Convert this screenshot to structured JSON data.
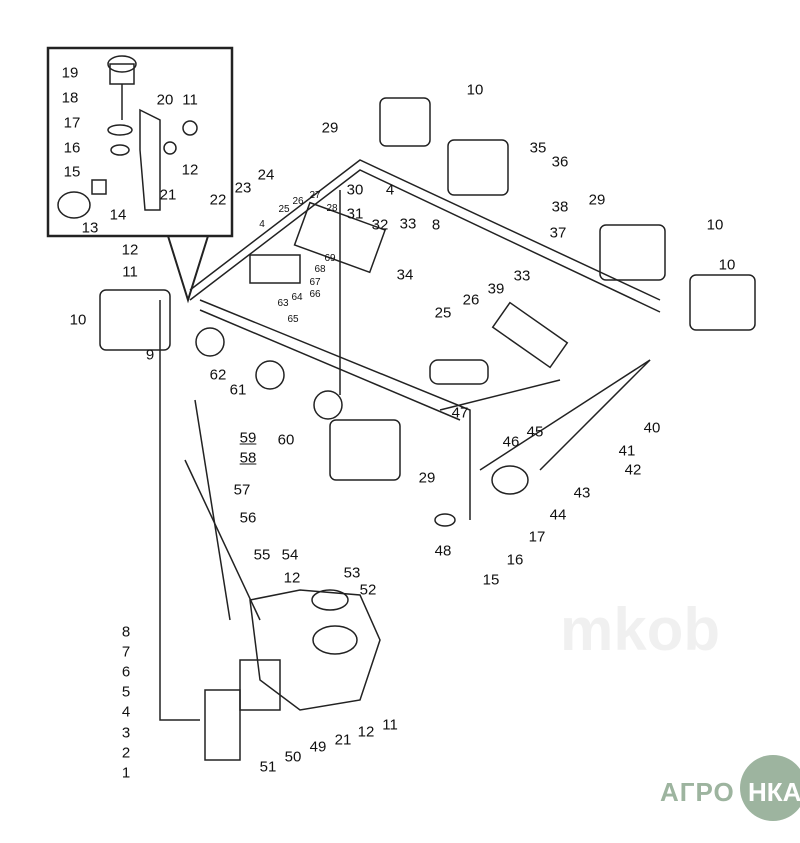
{
  "diagram": {
    "watermark": "mkob",
    "logo_left": "АГРО",
    "logo_right": "НКА",
    "labels": [
      "19",
      "18",
      "20",
      "11",
      "17",
      "16",
      "15",
      "12",
      "21",
      "14",
      "13",
      "22",
      "23",
      "24",
      "30",
      "4",
      "25",
      "26",
      "27",
      "28",
      "31",
      "32",
      "33",
      "34",
      "69",
      "68",
      "67",
      "63",
      "64",
      "66",
      "65",
      "10",
      "29",
      "35",
      "36",
      "8",
      "38",
      "37",
      "29",
      "10",
      "12",
      "11",
      "10",
      "9",
      "62",
      "61",
      "60",
      "33",
      "39",
      "26",
      "25",
      "47",
      "45",
      "40",
      "41",
      "46",
      "42",
      "43",
      "44",
      "17",
      "16",
      "15",
      "48",
      "29",
      "59",
      "58",
      "57",
      "56",
      "55",
      "54",
      "53",
      "52",
      "12",
      "8",
      "7",
      "6",
      "5",
      "4",
      "3",
      "2",
      "1",
      "51",
      "50",
      "49",
      "21",
      "12",
      "11",
      "4",
      "10"
    ]
  }
}
